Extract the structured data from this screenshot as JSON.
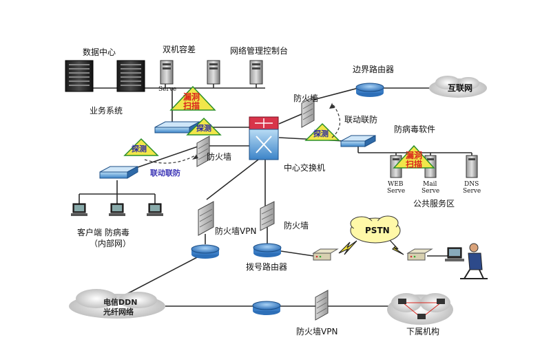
{
  "labels": {
    "data_center": "数据中心",
    "dual_backup": "双机容差",
    "net_mgmt": "网络管理控制台",
    "serve_small": "Serve",
    "business": "业务系统",
    "border_router": "边界路由器",
    "internet": "互联网",
    "firewall_top": "防火墙",
    "linkage_right": "联动联防",
    "antivirus_sw": "防病毒软件",
    "central_switch": "中心交换机",
    "firewall_mid": "防火墙",
    "linkage_left": "联动联防",
    "web": "WEB",
    "mail": "Mail",
    "dns": "DNS",
    "serve": "Serve",
    "public_zone": "公共服务区",
    "client_av": "客户端  防病毒",
    "intranet": "（内部网）",
    "fw_vpn": "防火墙VPN",
    "firewall_bottom": "防火墙",
    "pstn": "PSTN",
    "dial_router": "拨号路由器",
    "ddn_line1": "电信DDN",
    "ddn_line2": "光纤网络",
    "fw_vpn_bottom": "防火墙VPN",
    "branch": "下属机构"
  },
  "badges": {
    "vuln_line1": "漏洞",
    "vuln_line2": "扫描",
    "probe": "探测"
  },
  "colors": {
    "line": "#2a2a2a",
    "triangle": "#f1e64a",
    "triangle_stroke": "#2a8f2a",
    "vuln_red": "#d9241c",
    "probe_blue": "#2a2aa0",
    "switch_top": "#6fa8dc",
    "router": "#4a8fd6"
  }
}
